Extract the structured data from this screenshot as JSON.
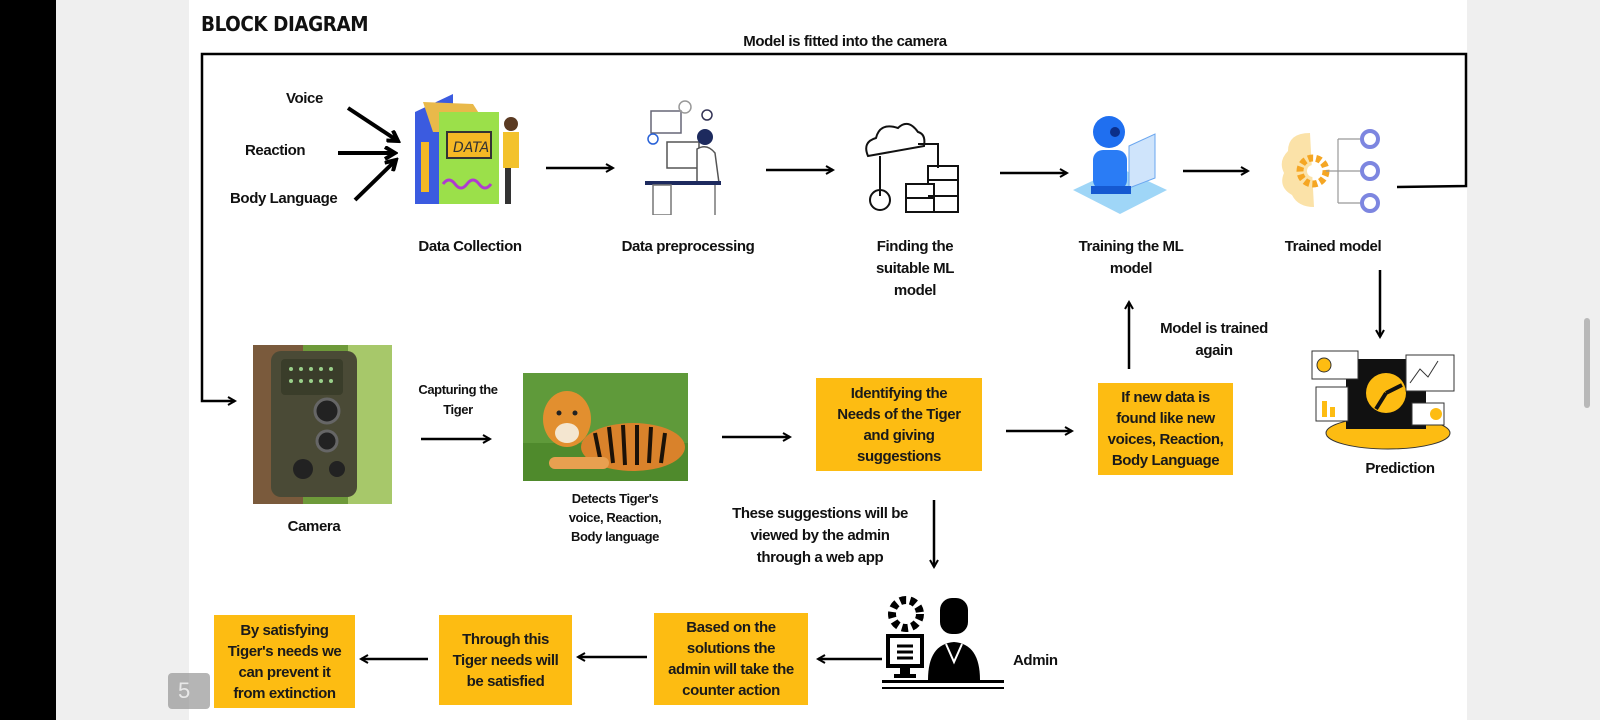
{
  "title": "BLOCK DIAGRAM",
  "loop_label": "Model is fitted into the camera",
  "inputs": [
    "Voice",
    "Reaction",
    "Body Language"
  ],
  "top_row": [
    {
      "label": "Data Collection",
      "icon": "data-book-icon"
    },
    {
      "label": "Data preprocessing",
      "icon": "data-analyst-icon"
    },
    {
      "label": "Finding the\nsuitable ML\nmodel",
      "icon": "cloud-database-icon"
    },
    {
      "label": "Training the ML\nmodel",
      "icon": "robot-icon"
    },
    {
      "label": "Trained model",
      "icon": "brain-gears-icon"
    }
  ],
  "prediction_label": "Prediction",
  "retrain_label": "Model is trained\nagain",
  "camera_label": "Camera",
  "capturing_label": "Capturing the\nTiger",
  "detects_label": "Detects Tiger's\nvoice, Reaction,\nBody language",
  "boxes": {
    "identify": "Identifying the\nNeeds of the Tiger\nand giving\nsuggestions",
    "new_data": "If new data is\nfound like new\nvoices, Reaction,\nBody Language",
    "based_on": "Based on the\nsolutions the\nadmin will take the\ncounter action",
    "through": "Through this\nTiger needs will\nbe satisfied",
    "satisfying": "By satisfying\nTiger's needs we\ncan prevent it\nfrom extinction"
  },
  "suggestions_label": "These suggestions will be\nviewed by the admin\nthrough a web app",
  "admin_label": "Admin",
  "page_number": "5",
  "colors": {
    "box": "#fdbc12",
    "accent_blue": "#1f6ff0",
    "gear_orange": "#f5a623",
    "gear_purple": "#7d86e0"
  }
}
